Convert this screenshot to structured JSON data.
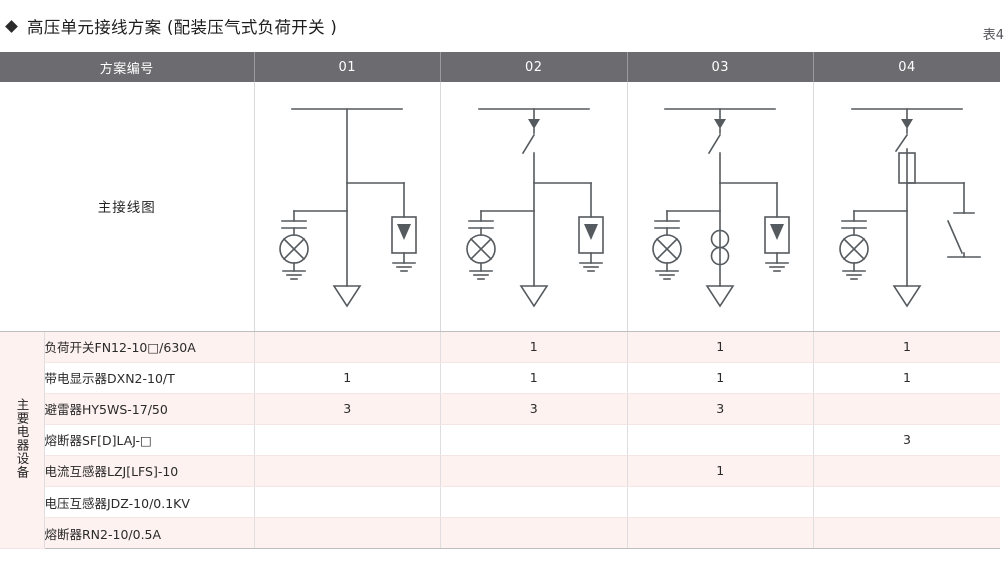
{
  "title": "高压单元接线方案 (配装压气式负荷开关 )",
  "table_number": "表4",
  "header": {
    "row_label": "方案编号",
    "columns": [
      "01",
      "02",
      "03",
      "04"
    ]
  },
  "diagram_row": {
    "label": "主接线图",
    "schemes": [
      {
        "id": "01",
        "components": [
          "busbar",
          "voltage-indicator",
          "surge-arrester",
          "cable-outgoing-arrow"
        ]
      },
      {
        "id": "02",
        "components": [
          "busbar",
          "load-switch",
          "voltage-indicator",
          "surge-arrester",
          "cable-outgoing-arrow"
        ]
      },
      {
        "id": "03",
        "components": [
          "busbar",
          "load-switch",
          "current-transformer",
          "voltage-indicator",
          "surge-arrester",
          "cable-outgoing-arrow"
        ]
      },
      {
        "id": "04",
        "components": [
          "busbar",
          "load-switch",
          "fuse",
          "voltage-indicator",
          "earthing-switch",
          "cable-outgoing-arrow"
        ]
      }
    ]
  },
  "equipment_section": {
    "vertical_label": "主要电器设备",
    "rows": [
      {
        "name": "负荷开关FN12-10□/630A",
        "values": [
          "",
          "1",
          "1",
          "1"
        ]
      },
      {
        "name": "带电显示器DXN2-10/T",
        "values": [
          "1",
          "1",
          "1",
          "1"
        ]
      },
      {
        "name": "避雷器HY5WS-17/50",
        "values": [
          "3",
          "3",
          "3",
          ""
        ]
      },
      {
        "name": "熔断器SF[D]LAJ-□",
        "values": [
          "",
          "",
          "",
          "3"
        ]
      },
      {
        "name": "电流互感器LZJ[LFS]-10",
        "values": [
          "",
          "",
          "1",
          ""
        ]
      },
      {
        "name": "电压互感器JDZ-10/0.1KV",
        "values": [
          "",
          "",
          "",
          ""
        ]
      },
      {
        "name": "熔断器RN2-10/0.5A",
        "values": [
          "",
          "",
          "",
          ""
        ]
      }
    ]
  },
  "colors": {
    "header_gray": "#6b6b70",
    "stripe_pink": "#fdf2f0",
    "line_gray": "#555a5e",
    "text_dark": "#1d1d1d"
  }
}
